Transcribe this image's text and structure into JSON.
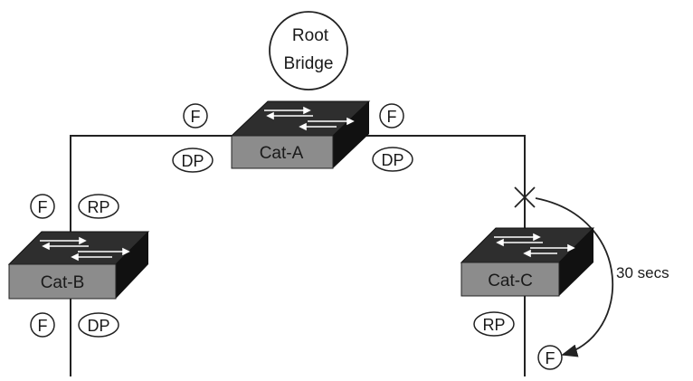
{
  "root_bridge": {
    "line1": "Root",
    "line2": "Bridge"
  },
  "switches": {
    "cat_a": {
      "label": "Cat-A"
    },
    "cat_b": {
      "label": "Cat-B"
    },
    "cat_c": {
      "label": "Cat-C"
    }
  },
  "port_states": {
    "cat_a_left_state": "F",
    "cat_a_left_role": "DP",
    "cat_a_right_state": "F",
    "cat_a_right_role": "DP",
    "cat_b_top_state": "F",
    "cat_b_top_role": "RP",
    "cat_b_bottom_state": "F",
    "cat_b_bottom_role": "DP",
    "cat_c_bottom_role": "RP",
    "cat_c_new_state": "F"
  },
  "annotation": {
    "timer": "30 secs"
  },
  "colors": {
    "switch_front": "#8c8c8c",
    "switch_top": "#2e2e2e",
    "switch_side": "#111111",
    "line": "#222222"
  }
}
